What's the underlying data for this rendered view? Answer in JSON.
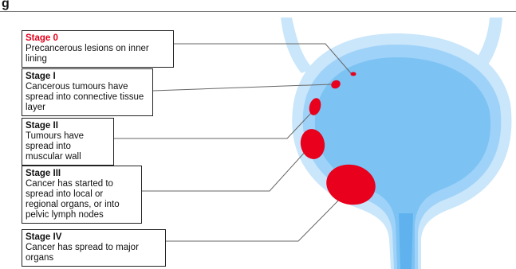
{
  "header": {
    "glyph": "g"
  },
  "stages": [
    {
      "id": "stage-0",
      "title": "Stage 0",
      "description": "Precancerous lesions on inner lining",
      "title_color": "#e2001a"
    },
    {
      "id": "stage-1",
      "title": "Stage I",
      "description": "Cancerous tumours have spread into connective tissue layer",
      "title_color": "#111111"
    },
    {
      "id": "stage-2",
      "title": "Stage II",
      "description": "Tumours have spread into muscular wall",
      "title_color": "#111111"
    },
    {
      "id": "stage-3",
      "title": "Stage III",
      "description": "Cancer has started to spread into local or regional organs, or into pelvic lymph nodes",
      "title_color": "#111111"
    },
    {
      "id": "stage-4",
      "title": "Stage IV",
      "description": "Cancer has spread to major organs",
      "title_color": "#111111"
    }
  ],
  "colors": {
    "tumour": "#e8001c",
    "bladder_outer": "#c9e6fb",
    "bladder_mid": "#9fd2f8",
    "bladder_inner": "#7cc3f4",
    "leader": "#666666"
  }
}
